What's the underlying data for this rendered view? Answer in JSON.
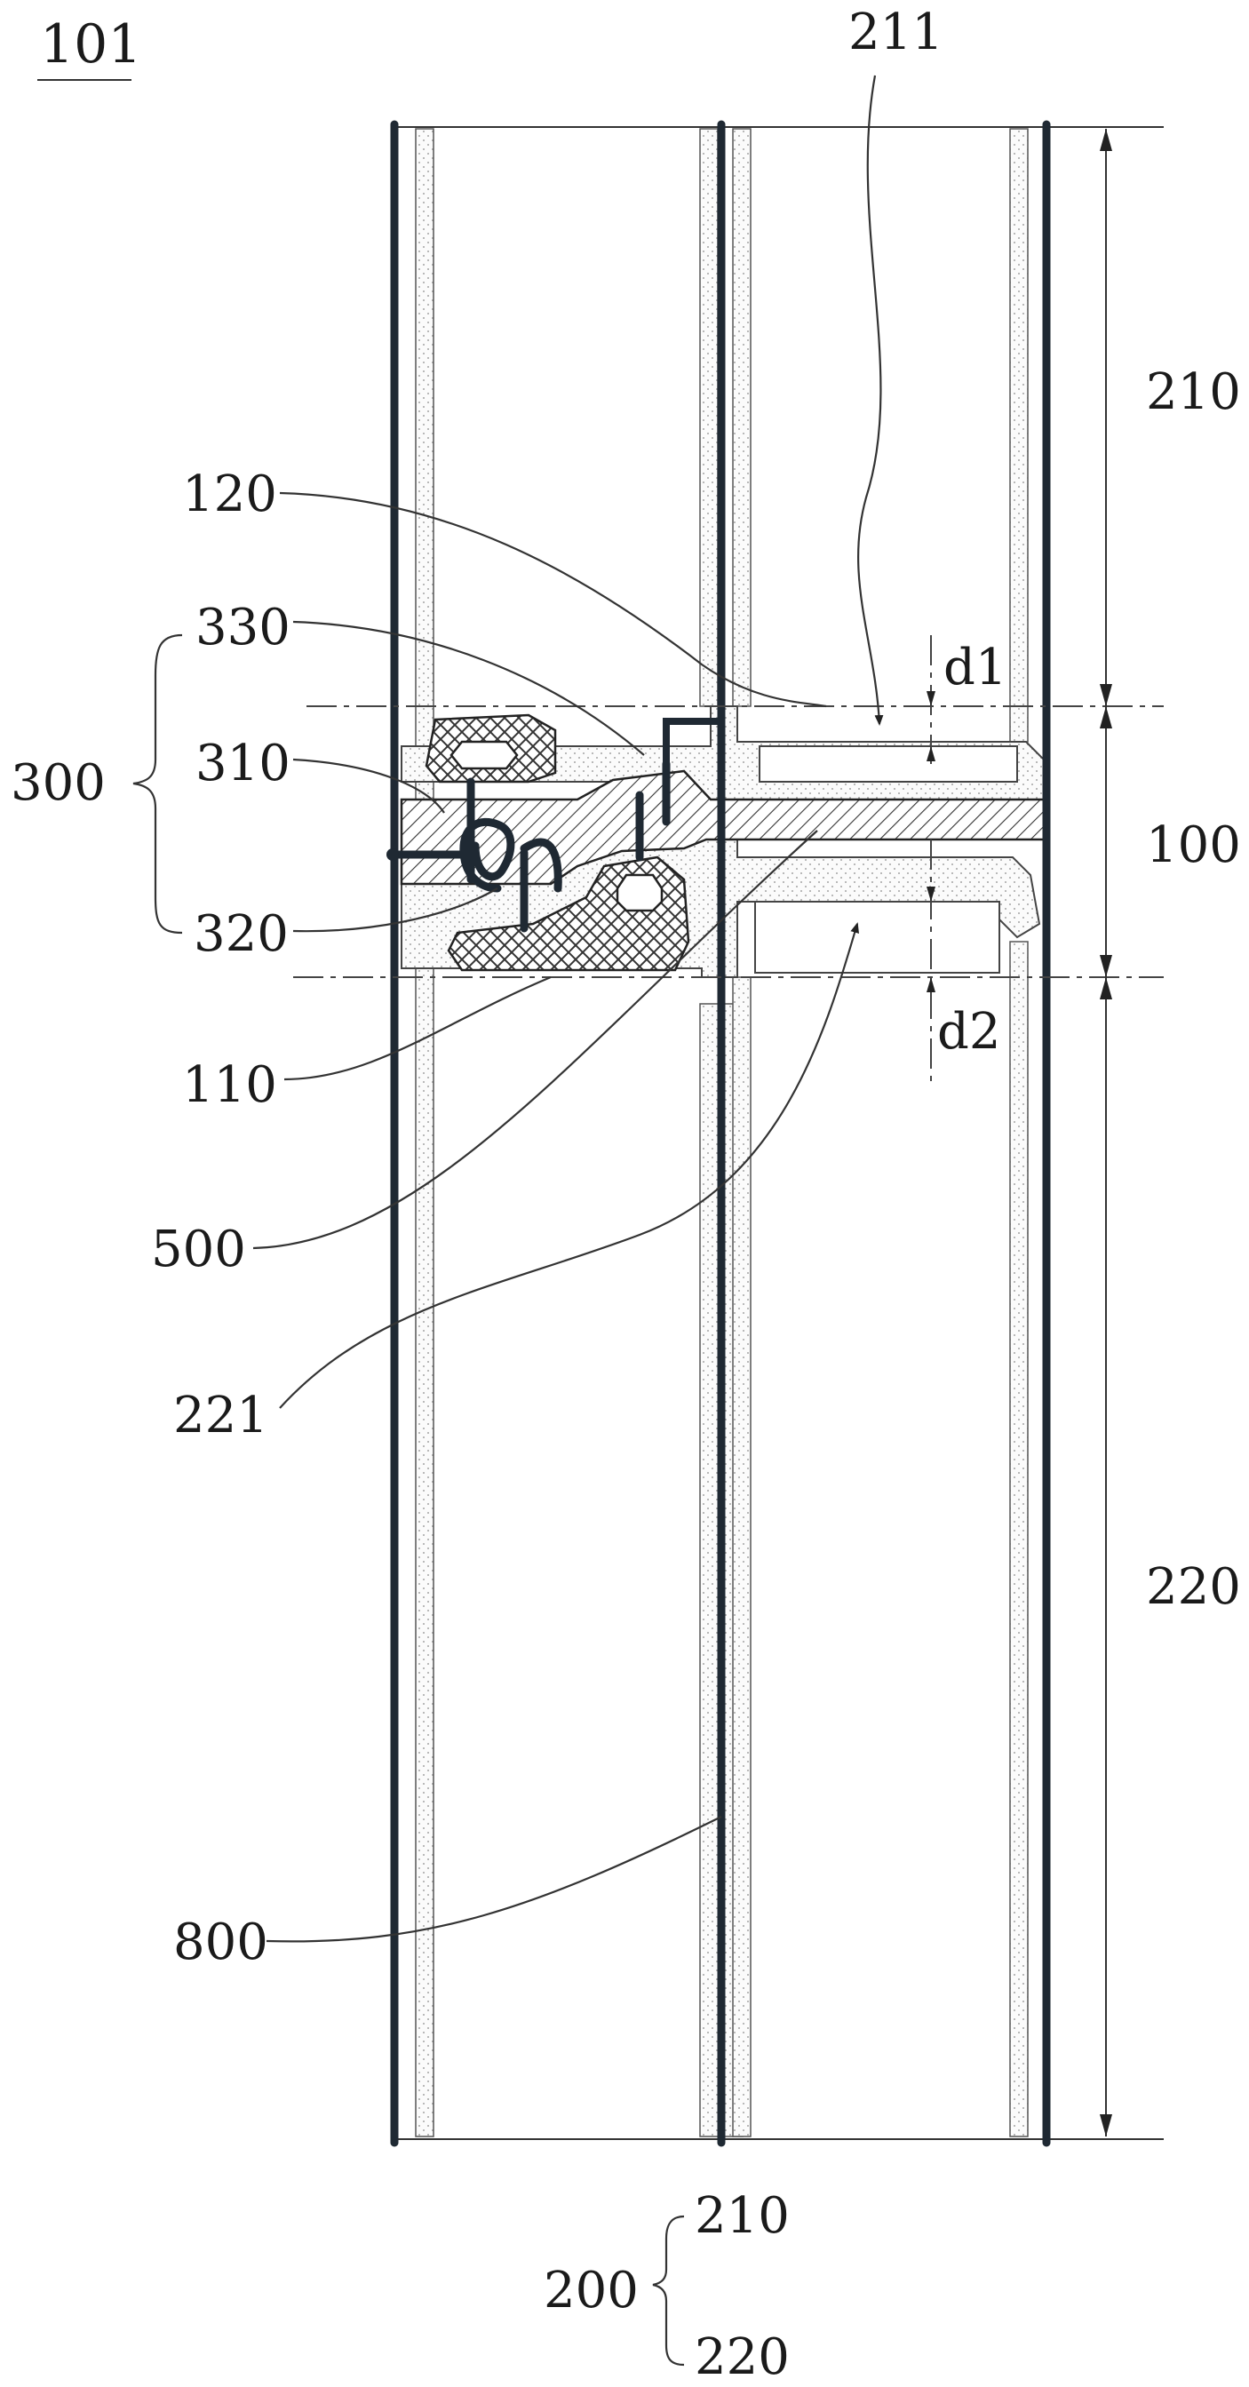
{
  "figure": {
    "id_label": "101",
    "labels": {
      "l211": "211",
      "l210": "210",
      "l120": "120",
      "l330": "330",
      "d1": "d1",
      "l300": "300",
      "l310": "310",
      "l100": "100",
      "l320": "320",
      "l110": "110",
      "d2": "d2",
      "l500": "500",
      "l221": "221",
      "l220": "220",
      "l800": "800",
      "l200": "200",
      "l200_210": "210",
      "l200_220": "220"
    }
  }
}
